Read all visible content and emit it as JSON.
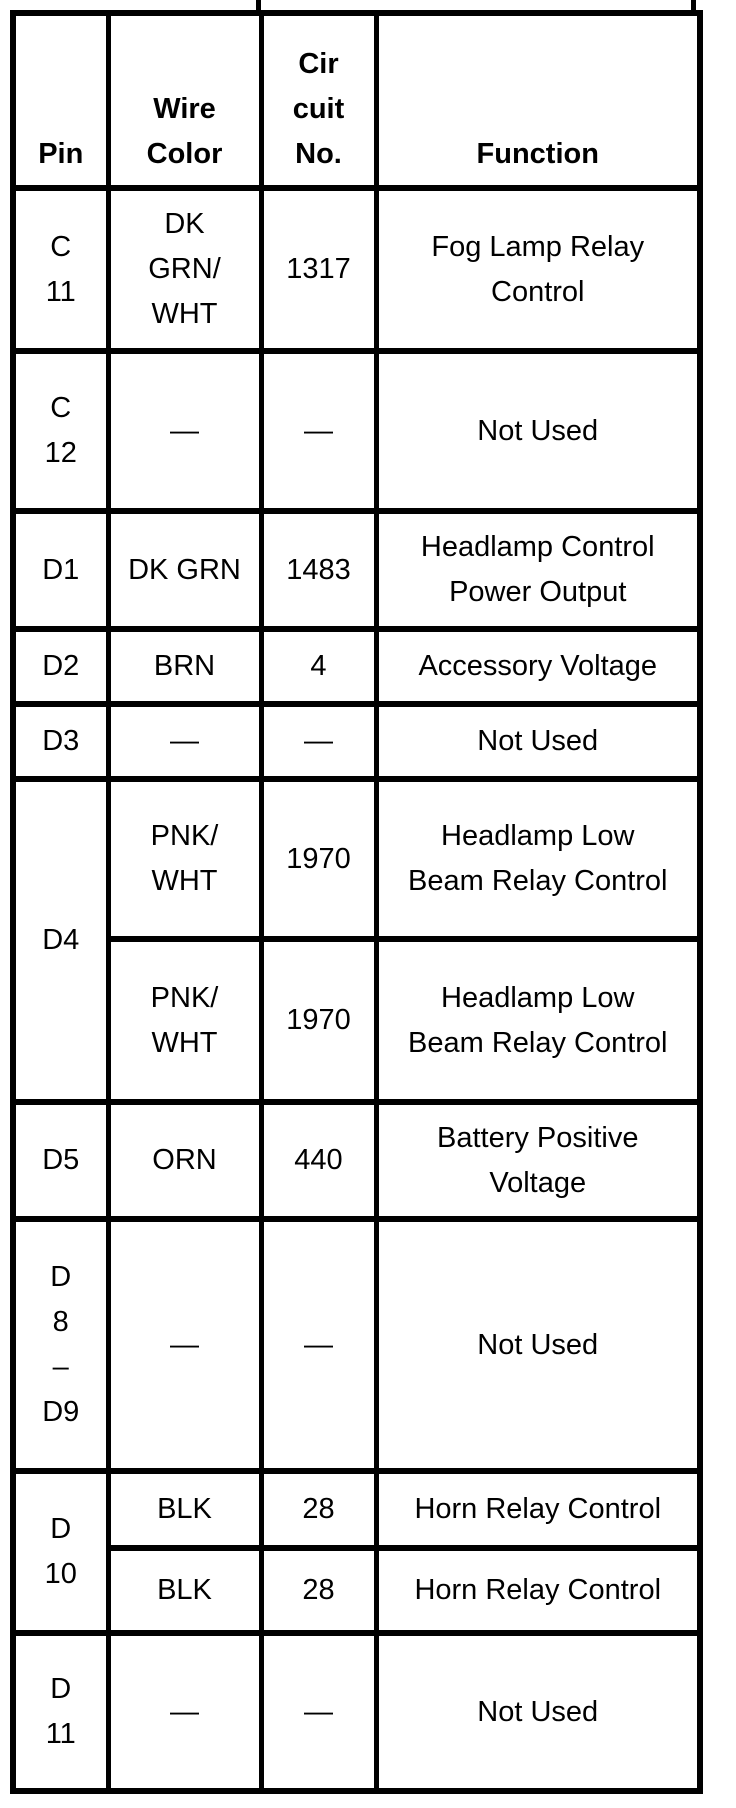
{
  "colors": {
    "ink": "#000000",
    "paper": "#ffffff"
  },
  "table": {
    "headers": {
      "pin": "Pin",
      "wire_color": "Wire\nColor",
      "circuit_no": "Cir\ncuit\nNo.",
      "function": "Function"
    },
    "rows": [
      {
        "pin": "C\n11",
        "wire_color": "DK\nGRN/\nWHT",
        "circuit_no": "1317",
        "function": "Fog Lamp Relay\nControl"
      },
      {
        "pin": "C\n12",
        "wire_color": "—",
        "circuit_no": "—",
        "function": "Not Used"
      },
      {
        "pin": "D1",
        "wire_color": "DK GRN",
        "circuit_no": "1483",
        "function": "Headlamp Control\nPower Output"
      },
      {
        "pin": "D2",
        "wire_color": "BRN",
        "circuit_no": "4",
        "function": "Accessory Voltage"
      },
      {
        "pin": "D3",
        "wire_color": "—",
        "circuit_no": "—",
        "function": "Not Used"
      },
      {
        "pin": "D4",
        "entries": [
          {
            "wire_color": "PNK/\nWHT",
            "circuit_no": "1970",
            "function": "Headlamp Low\nBeam Relay Control"
          },
          {
            "wire_color": "PNK/\nWHT",
            "circuit_no": "1970",
            "function": "Headlamp Low\nBeam Relay Control"
          }
        ]
      },
      {
        "pin": "D5",
        "wire_color": "ORN",
        "circuit_no": "440",
        "function": "Battery Positive\nVoltage"
      },
      {
        "pin": "D\n8\n–\nD9",
        "wire_color": "—",
        "circuit_no": "—",
        "function": "Not Used"
      },
      {
        "pin": "D\n10",
        "entries": [
          {
            "wire_color": "BLK",
            "circuit_no": "28",
            "function": "Horn Relay Control"
          },
          {
            "wire_color": "BLK",
            "circuit_no": "28",
            "function": "Horn Relay Control"
          }
        ]
      },
      {
        "pin": "D\n11",
        "wire_color": "—",
        "circuit_no": "—",
        "function": "Not Used"
      }
    ]
  }
}
